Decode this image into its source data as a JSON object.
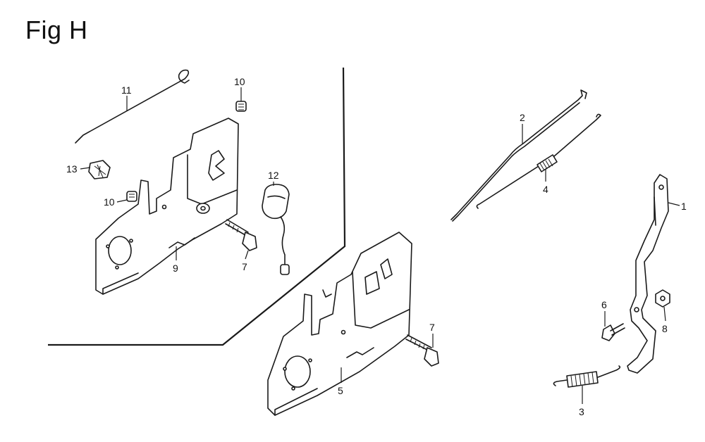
{
  "figure": {
    "title": "Fig H"
  },
  "callouts": {
    "c1": "1",
    "c2": "2",
    "c3": "3",
    "c4": "4",
    "c5": "5",
    "c6": "6",
    "c7a": "7",
    "c7b": "7",
    "c8": "8",
    "c9": "9",
    "c10a": "10",
    "c10b": "10",
    "c11": "11",
    "c12": "12",
    "c13": "13"
  },
  "colors": {
    "line": "#1a1a1a",
    "background": "#ffffff"
  }
}
